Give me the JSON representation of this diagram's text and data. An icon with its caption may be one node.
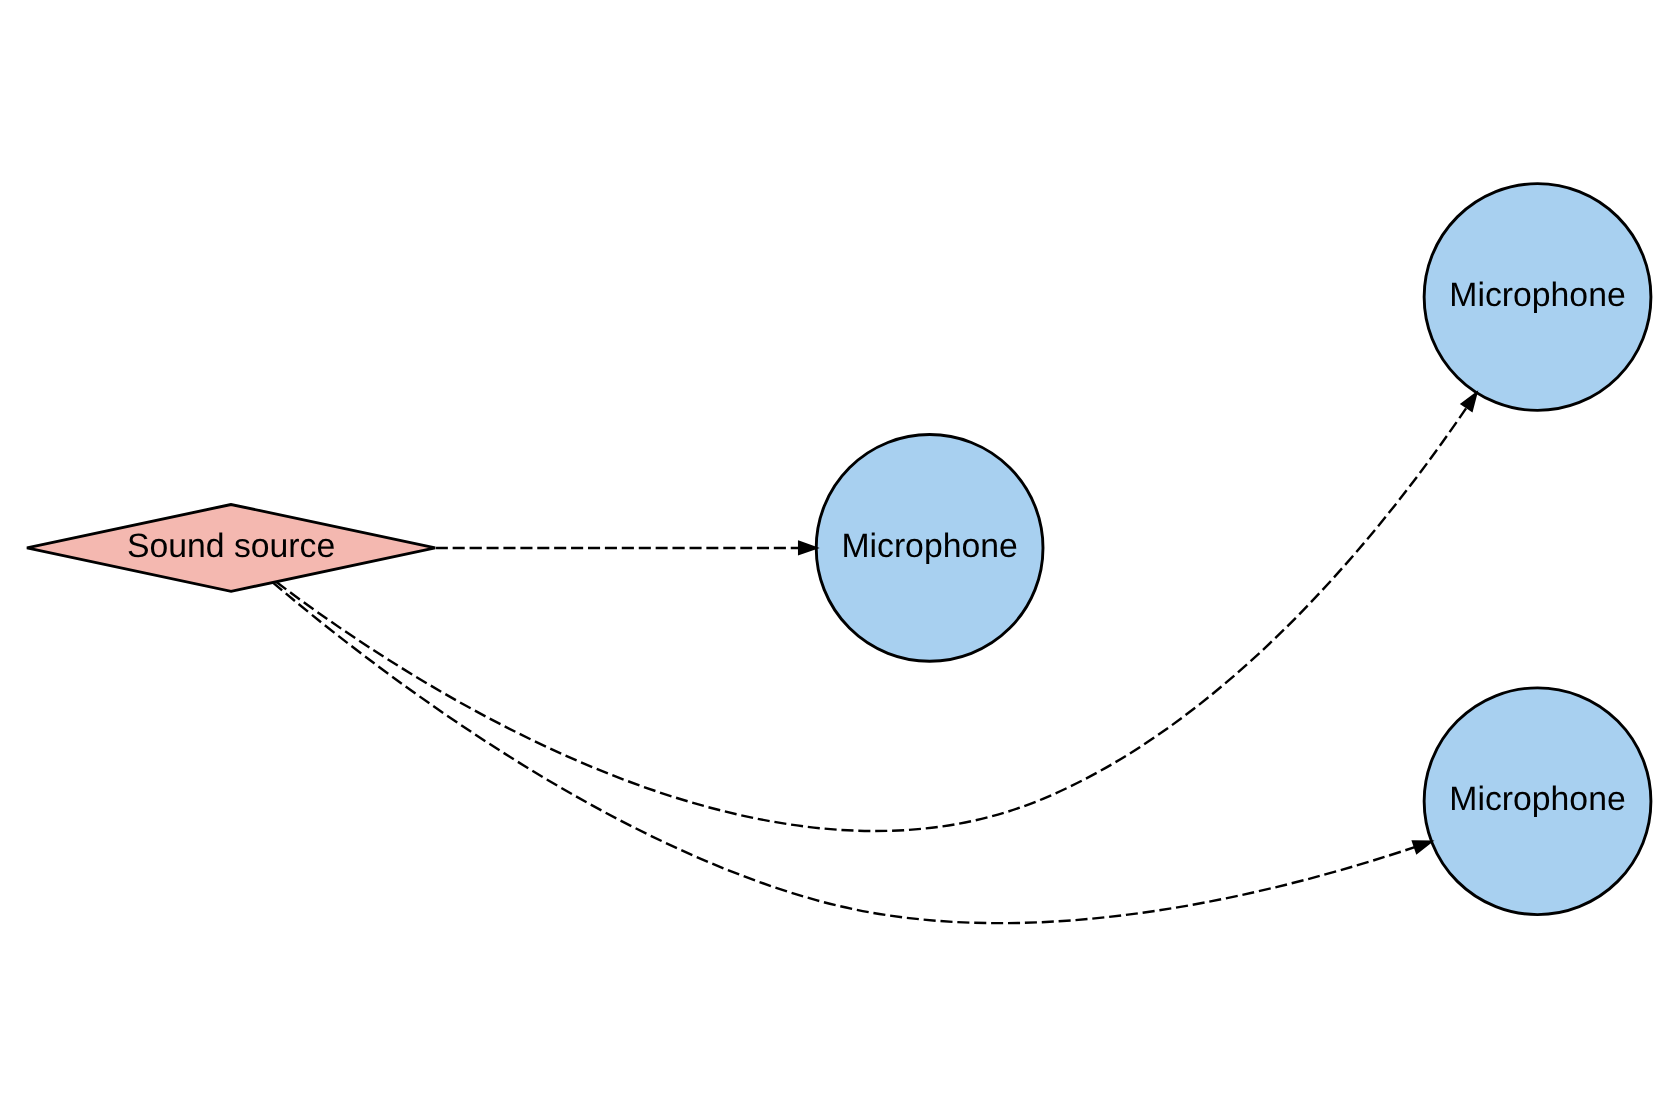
{
  "diagram": {
    "nodes": [
      {
        "text": [
          "Sound source"
        ]
      },
      {
        "text": [
          "Microphone"
        ]
      },
      {
        "text": [
          "Microphone"
        ]
      },
      {
        "text": [
          "Microphone"
        ]
      }
    ],
    "edges": [
      {
        "from": 0,
        "to": 2,
        "arrow": "to",
        "style": "dashed"
      },
      {
        "from": 0,
        "to": 1,
        "arrow": "to",
        "style": "dashed"
      },
      {
        "from": 0,
        "to": 3,
        "arrow": "to",
        "style": "dashed"
      }
    ]
  }
}
